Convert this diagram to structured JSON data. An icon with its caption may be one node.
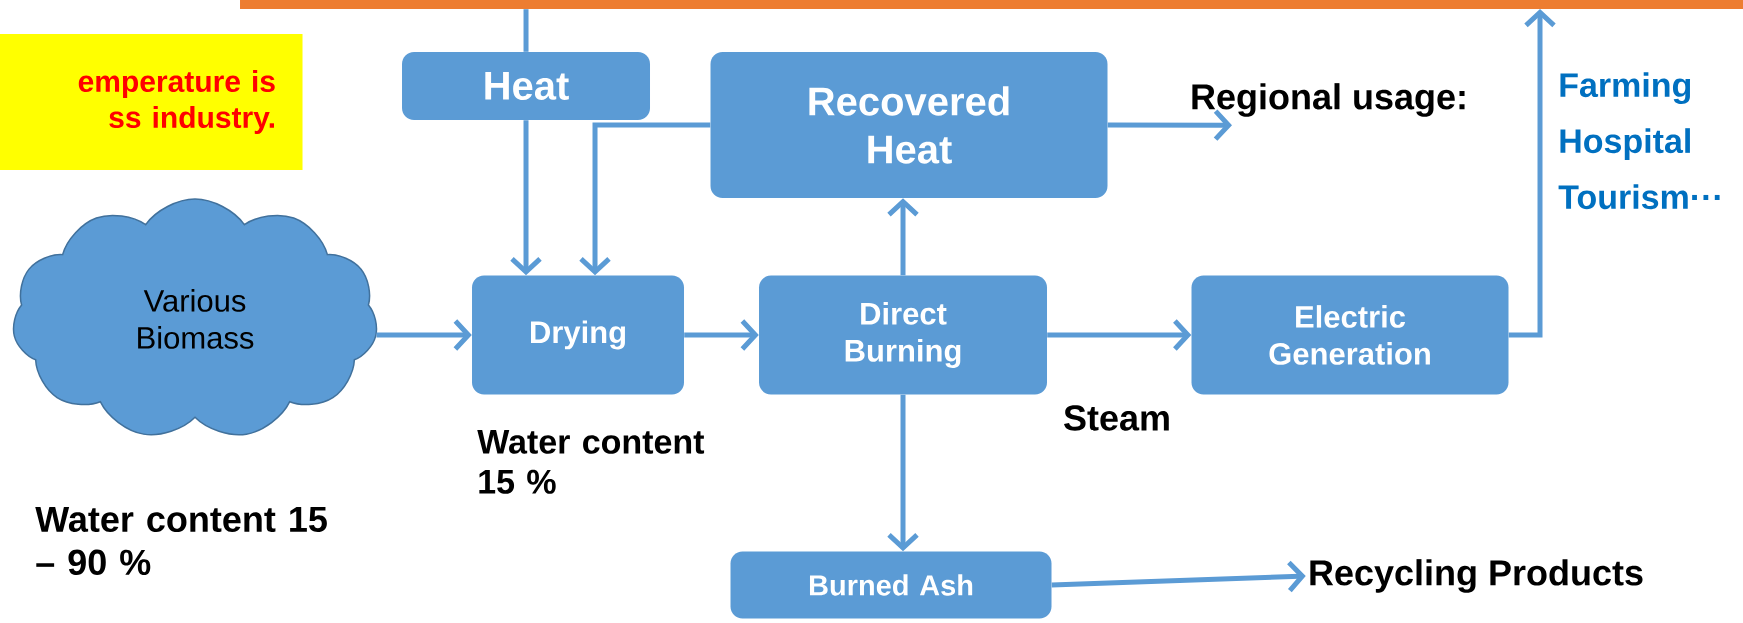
{
  "diagram": {
    "nodes": [
      {
        "text": [],
        "shape": "bar"
      },
      {
        "text": [
          "emperature is ss industry."
        ]
      },
      {
        "text": [
          "Heat"
        ]
      },
      {
        "text": [
          "Recovered Heat"
        ]
      },
      {
        "text": [
          "Various Biomass"
        ],
        "beside": [
          "Water content 15 – 90 %"
        ]
      },
      {
        "text": [
          "Drying"
        ],
        "beside": [
          "Water content 15 %"
        ]
      },
      {
        "text": [
          "Direct Burning"
        ]
      },
      {
        "text": [
          "Electric Generation"
        ]
      },
      {
        "text": [
          "Burned Ash"
        ]
      },
      {
        "text": [
          "Recycling Products"
        ]
      },
      {
        "text": [
          "Regional usage:",
          "Farming Hospital Tourism···"
        ]
      }
    ],
    "edges": [
      {
        "from": 0,
        "to": 2,
        "arrow": "none"
      },
      {
        "from": 2,
        "to": 5,
        "arrow": "to"
      },
      {
        "from": 3,
        "to": 5,
        "arrow": "to"
      },
      {
        "from": 3,
        "to": 10,
        "arrow": "to"
      },
      {
        "from": 4,
        "to": 5,
        "arrow": "to"
      },
      {
        "from": 5,
        "to": 6,
        "arrow": "to"
      },
      {
        "from": 6,
        "to": 3,
        "arrow": "to"
      },
      {
        "from": 6,
        "to": 7,
        "arrow": "to",
        "label": "Steam"
      },
      {
        "from": 6,
        "to": 8,
        "arrow": "to"
      },
      {
        "from": 7,
        "to": 0,
        "arrow": "to"
      },
      {
        "from": 8,
        "to": 9,
        "arrow": "to"
      }
    ],
    "labels": []
  }
}
